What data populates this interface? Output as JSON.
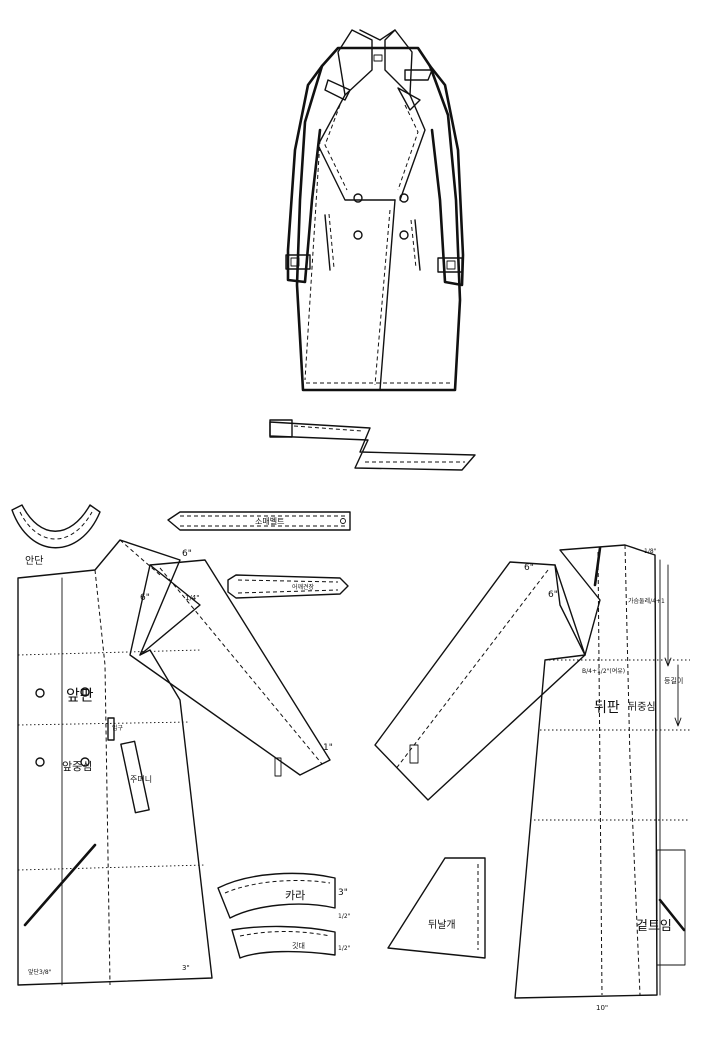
{
  "labels": {
    "neck_facing": "안단",
    "sleeve_strap": "소매벨트",
    "epaulette": "어깨견장",
    "front": "앞판",
    "front_princess": "앞중심",
    "pocket_flap": "주머니",
    "welt": "입구",
    "back": "뒤판",
    "back_princess": "뒤중심",
    "back_length": "등길이",
    "collar": "카라",
    "collar_stand": "깃대",
    "back_yoke": "뒤날개",
    "outer_fold": "겉트임",
    "chest_formula": "가슴둘레/4+1",
    "armhole_formula": "B/4+1/2\"(여유)",
    "hem_formula": "앞단3/8\""
  },
  "measures": {
    "six_a": "6\"",
    "six_b": "6\"",
    "quarter": "1/4\"",
    "one": "1\"",
    "six_c": "6\"",
    "six_d": "6\"",
    "one_eighth": "1/8\"",
    "three": "3\"",
    "half_a": "1/2\"",
    "half_b": "1/2\"",
    "three_hem": "3\"",
    "ten": "10\""
  },
  "colors": {
    "ink": "#111111",
    "paper": "#ffffff"
  }
}
